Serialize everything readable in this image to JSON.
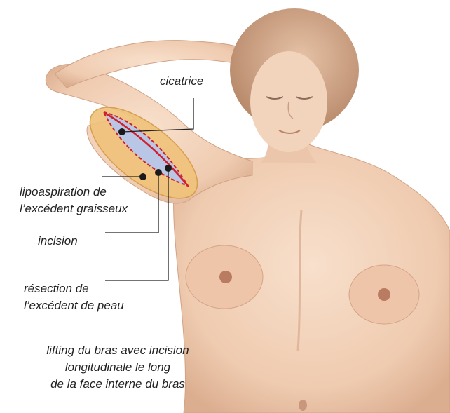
{
  "labels": {
    "cicatrice": "cicatrice",
    "lipo": [
      "lipoaspiration de",
      "l’excédent graisseux"
    ],
    "incision": "incision",
    "resection": [
      "résection de",
      "l’excédent de peau"
    ]
  },
  "caption": [
    "lifting du bras avec incision",
    "longitudinale le long",
    "de la face interne du bras"
  ],
  "colors": {
    "skin": "#f3d2b9",
    "skin_shadow": "#d9a98a",
    "fat_zone": "#f0c27a",
    "skin_excess": "#b9c6e6",
    "incision_line": "#d0202a",
    "leader_line": "#222222"
  }
}
